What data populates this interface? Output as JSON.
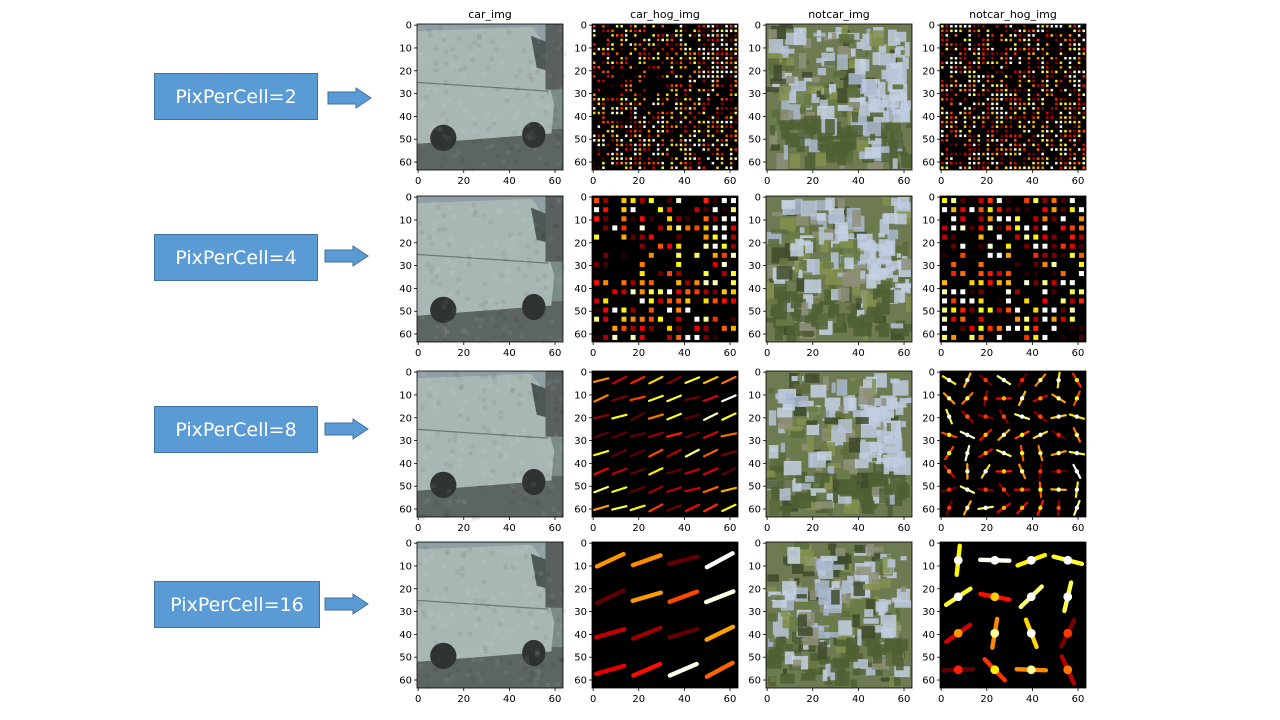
{
  "colors": {
    "box_fill": "#5b9bd5",
    "box_border": "#41719c",
    "box_text": "#ffffff",
    "hog_colormap": "hot"
  },
  "column_titles": [
    "car_img",
    "car_hog_img",
    "notcar_img",
    "notcar_hog_img"
  ],
  "rows": [
    {
      "label": "PixPerCell=2",
      "pix_per_cell": 2
    },
    {
      "label": "PixPerCell=4",
      "pix_per_cell": 4
    },
    {
      "label": "PixPerCell=8",
      "pix_per_cell": 8
    },
    {
      "label": "PixPerCell=16",
      "pix_per_cell": 16
    }
  ],
  "chart_data": {
    "type": "image-grid",
    "image_size": [
      64,
      64
    ],
    "x_ticks": [
      0,
      20,
      40,
      60
    ],
    "y_ticks": [
      0,
      10,
      20,
      30,
      40,
      50,
      60
    ],
    "xlim": [
      0,
      64
    ],
    "ylim": [
      64,
      0
    ],
    "panels_per_row": [
      "car_img",
      "car_hog_img",
      "notcar_img",
      "notcar_hog_img"
    ],
    "colormap": "hot"
  }
}
